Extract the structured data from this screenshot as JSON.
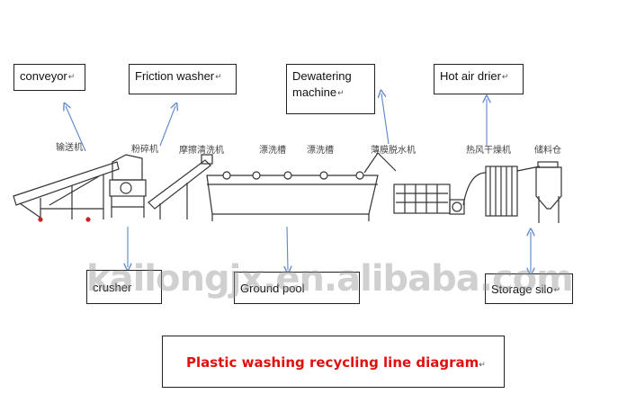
{
  "labels": {
    "conveyor": "conveyor",
    "friction_washer": "Friction washer",
    "dewatering_line1": "Dewatering",
    "dewatering_line2": "machine",
    "hot_air_drier": "Hot air drier",
    "crusher": "crusher",
    "ground_pool": "Ground pool",
    "storage_silo": "Storage silo"
  },
  "chinese_labels": {
    "conveyor": "输送机",
    "crusher": "粉碎机",
    "friction_washer": "摩擦清洗机",
    "rinse_tank_1": "漂洗槽",
    "rinse_tank_2": "漂洗槽",
    "dewatering": "薄膜脱水机",
    "drier": "热风干燥机",
    "silo": "储料仓"
  },
  "return_mark": "↵",
  "watermark": "kailongjx.en.alibaba.com",
  "title": "Plastic washing recycling line diagram",
  "colors": {
    "title": "#e01010",
    "arrow": "#5b86c8",
    "line": "#333333"
  }
}
